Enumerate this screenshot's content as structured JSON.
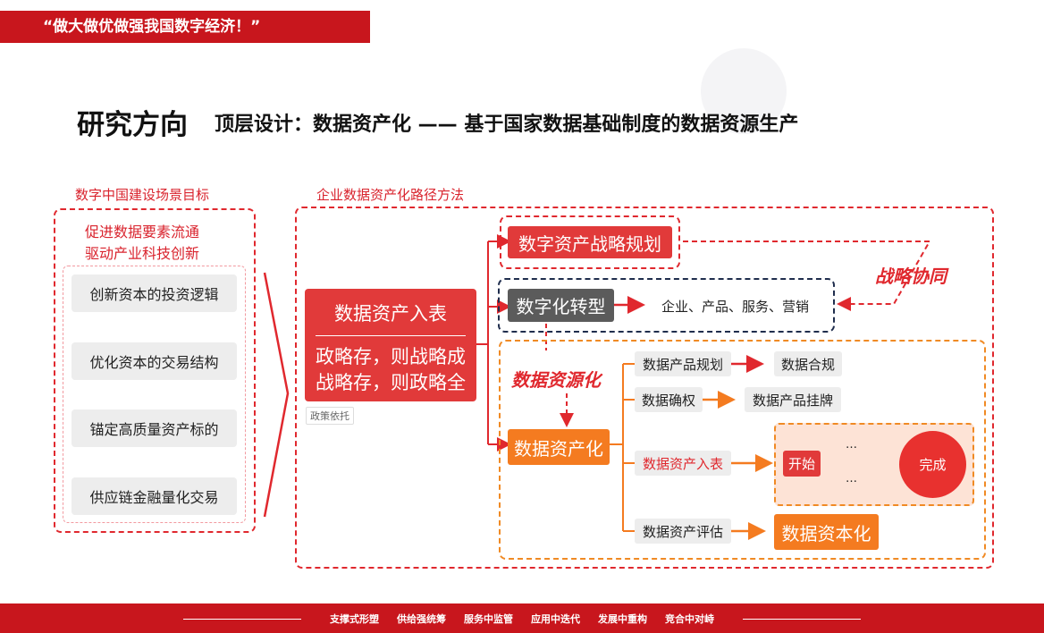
{
  "header": {
    "slogan": "“做大做优做强我国数字经济！”"
  },
  "title": {
    "main": "研究方向",
    "sub": "顶层设计：数据资产化 —— 基于国家数据基础制度的数据资源生产"
  },
  "left_panel": {
    "label": "数字中国建设场景目标",
    "goal_line1": "促进数据要素流通",
    "goal_line2": "驱动产业科技创新",
    "items": [
      "创新资本的投资逻辑",
      "优化资本的交易结构",
      "锚定高质量资产标的",
      "供应链金融量化交易"
    ]
  },
  "right_panel": {
    "label": "企业数据资产化路径方法",
    "main_box": {
      "title": "数据资产入表",
      "line1": "政略存，则战略成",
      "line2": "战略存，则政略全",
      "note": "政策依托"
    },
    "strategy": "数字资产战略规划",
    "transform": "数字化转型",
    "transform_scope": "企业、产品、服务、营销",
    "synergy": "战略协同",
    "resource": "数据资源化",
    "assetize": "数据资产化",
    "sub_items": {
      "plan": "数据产品规划",
      "compliance": "数据合规",
      "rights": "数据确权",
      "listing": "数据产品挂牌",
      "entry": "数据资产入表",
      "start": "开始",
      "dots1": "…",
      "dots2": "…",
      "done": "完成",
      "evaluate": "数据资产评估",
      "capitalize": "数据资本化"
    }
  },
  "footer": {
    "keywords": [
      "支撑式形塑",
      "供给强统筹",
      "服务中监管",
      "应用中迭代",
      "发展中重构",
      "竞合中对峙"
    ]
  },
  "colors": {
    "brand_red": "#c8161d",
    "accent_red": "#e13a3a",
    "orange": "#f47b20",
    "navy": "#1f2d4d",
    "gray_box": "#ededed"
  }
}
